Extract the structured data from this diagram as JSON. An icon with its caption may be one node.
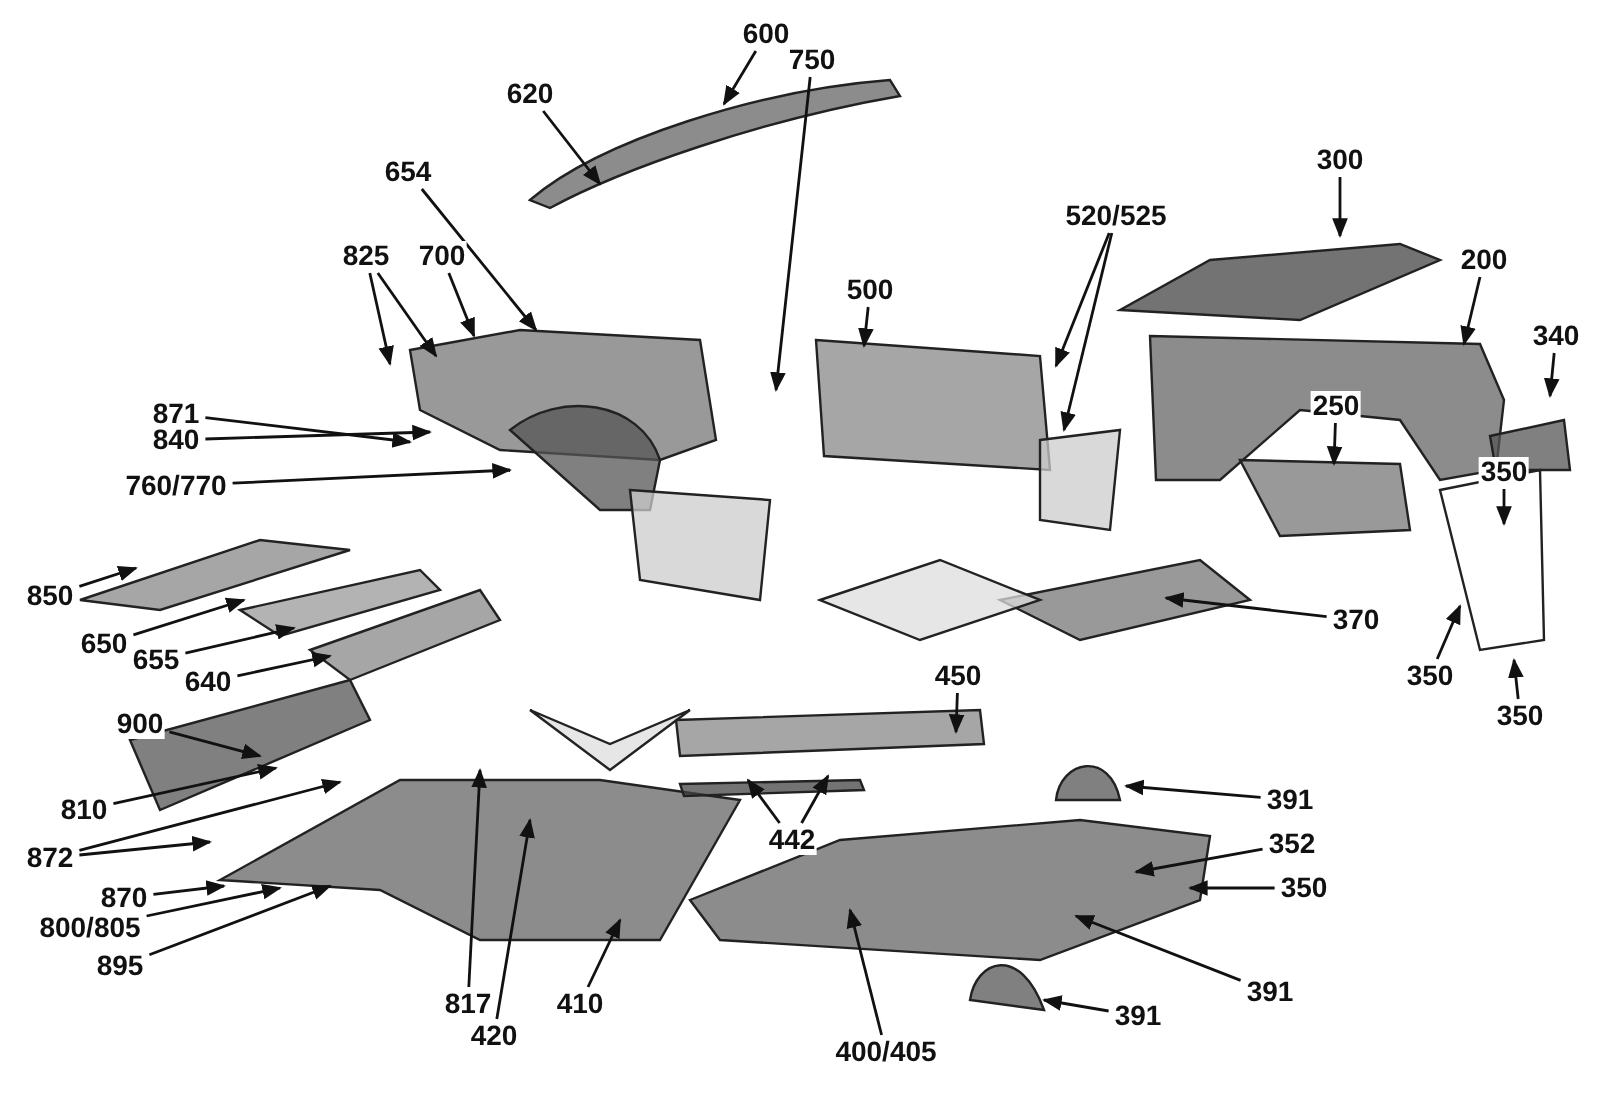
{
  "diagram": {
    "nodes": [
      {
        "text": [
          "600"
        ]
      },
      {
        "text": [
          "620"
        ]
      },
      {
        "text": [
          "654"
        ]
      },
      {
        "text": [
          "825"
        ]
      },
      {
        "text": [
          "700"
        ]
      },
      {
        "text": [
          "750"
        ]
      },
      {
        "text": [
          "871"
        ]
      },
      {
        "text": [
          "840"
        ]
      },
      {
        "text": [
          "760/770"
        ]
      },
      {
        "text": [
          "500"
        ]
      },
      {
        "text": [
          "520/525"
        ]
      },
      {
        "text": [
          "300"
        ]
      },
      {
        "text": [
          "200"
        ]
      },
      {
        "text": [
          "340"
        ]
      },
      {
        "text": [
          "250"
        ]
      },
      {
        "text": [
          "350"
        ]
      },
      {
        "text": [
          "370"
        ]
      },
      {
        "text": [
          "350"
        ]
      },
      {
        "text": [
          "350"
        ]
      },
      {
        "text": [
          "850"
        ]
      },
      {
        "text": [
          "650"
        ]
      },
      {
        "text": [
          "655"
        ]
      },
      {
        "text": [
          "640"
        ]
      },
      {
        "text": [
          "900"
        ]
      },
      {
        "text": [
          "810"
        ]
      },
      {
        "text": [
          "872"
        ]
      },
      {
        "text": [
          "870"
        ]
      },
      {
        "text": [
          "800/805"
        ]
      },
      {
        "text": [
          "895"
        ]
      },
      {
        "text": [
          "817"
        ]
      },
      {
        "text": [
          "420"
        ]
      },
      {
        "text": [
          "410"
        ]
      },
      {
        "text": [
          "450"
        ]
      },
      {
        "text": [
          "442"
        ]
      },
      {
        "text": [
          "391"
        ]
      },
      {
        "text": [
          "352"
        ]
      },
      {
        "text": [
          "350"
        ]
      },
      {
        "text": [
          "391"
        ]
      },
      {
        "text": [
          "400/405"
        ]
      },
      {
        "text": [
          "391"
        ]
      }
    ],
    "edges": [
      {
        "from": 0,
        "to": null,
        "arrow": "to"
      },
      {
        "from": 1,
        "to": null,
        "arrow": "to"
      },
      {
        "from": 2,
        "to": null,
        "arrow": "to"
      },
      {
        "from": 3,
        "to": null,
        "arrow": "to"
      },
      {
        "from": 3,
        "to": null,
        "arrow": "to"
      },
      {
        "from": 4,
        "to": null,
        "arrow": "to"
      },
      {
        "from": 5,
        "to": null,
        "arrow": "to"
      },
      {
        "from": 6,
        "to": null,
        "arrow": "to"
      },
      {
        "from": 7,
        "to": null,
        "arrow": "to"
      },
      {
        "from": 8,
        "to": null,
        "arrow": "to"
      },
      {
        "from": 9,
        "to": null,
        "arrow": "to"
      },
      {
        "from": 10,
        "to": null,
        "arrow": "to"
      },
      {
        "from": 10,
        "to": null,
        "arrow": "to"
      },
      {
        "from": 11,
        "to": null,
        "arrow": "to"
      },
      {
        "from": 12,
        "to": null,
        "arrow": "to"
      },
      {
        "from": 13,
        "to": null,
        "arrow": "to"
      },
      {
        "from": 14,
        "to": null,
        "arrow": "to"
      },
      {
        "from": 15,
        "to": null,
        "arrow": "to"
      },
      {
        "from": 16,
        "to": null,
        "arrow": "to"
      },
      {
        "from": 17,
        "to": null,
        "arrow": "to"
      },
      {
        "from": 18,
        "to": null,
        "arrow": "to"
      },
      {
        "from": 19,
        "to": null,
        "arrow": "to"
      },
      {
        "from": 20,
        "to": null,
        "arrow": "to"
      },
      {
        "from": 21,
        "to": null,
        "arrow": "to"
      },
      {
        "from": 22,
        "to": null,
        "arrow": "to"
      },
      {
        "from": 23,
        "to": null,
        "arrow": "to"
      },
      {
        "from": 24,
        "to": null,
        "arrow": "to"
      },
      {
        "from": 25,
        "to": null,
        "arrow": "to"
      },
      {
        "from": 25,
        "to": null,
        "arrow": "to"
      },
      {
        "from": 26,
        "to": null,
        "arrow": "to"
      },
      {
        "from": 27,
        "to": null,
        "arrow": "to"
      },
      {
        "from": 28,
        "to": null,
        "arrow": "to"
      },
      {
        "from": 29,
        "to": null,
        "arrow": "to"
      },
      {
        "from": 30,
        "to": null,
        "arrow": "to"
      },
      {
        "from": 31,
        "to": null,
        "arrow": "to"
      },
      {
        "from": 32,
        "to": null,
        "arrow": "to"
      },
      {
        "from": 33,
        "to": null,
        "arrow": "to"
      },
      {
        "from": 33,
        "to": null,
        "arrow": "to"
      },
      {
        "from": 34,
        "to": null,
        "arrow": "to"
      },
      {
        "from": 35,
        "to": null,
        "arrow": "to"
      },
      {
        "from": 36,
        "to": null,
        "arrow": "to"
      },
      {
        "from": 37,
        "to": null,
        "arrow": "to"
      },
      {
        "from": 38,
        "to": null,
        "arrow": "to"
      },
      {
        "from": 39,
        "to": null,
        "arrow": "to"
      }
    ]
  }
}
